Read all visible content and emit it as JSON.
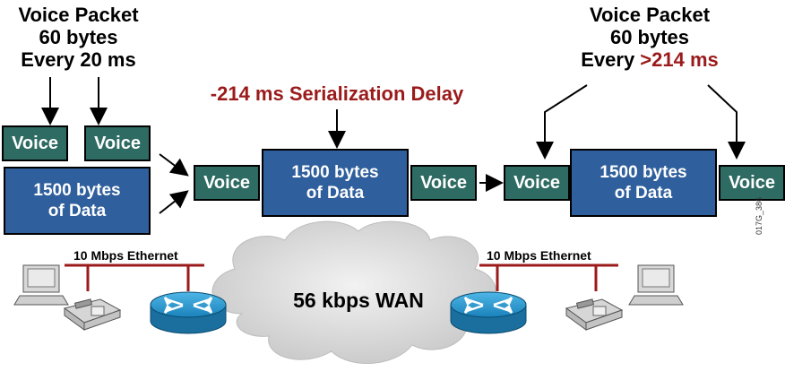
{
  "left": {
    "heading": {
      "line1": "Voice Packet",
      "line2": "60 bytes",
      "line3": "Every 20 ms"
    },
    "voice1": "Voice",
    "voice2": "Voice",
    "data_line1": "1500 bytes",
    "data_line2": "of Data"
  },
  "middle": {
    "delay_label": "-214 ms Serialization Delay",
    "voice_left": "Voice",
    "voice_right": "Voice",
    "data_line1": "1500 bytes",
    "data_line2": "of Data"
  },
  "right": {
    "heading": {
      "line1": "Voice Packet",
      "line2": "60 bytes",
      "line3_prefix": "Every ",
      "line3_accent": ">214 ms"
    },
    "voice_left": "Voice",
    "voice_right": "Voice",
    "data_line1": "1500 bytes",
    "data_line2": "of Data"
  },
  "network": {
    "left_lan": "10 Mbps Ethernet",
    "right_lan": "10 Mbps Ethernet",
    "wan": "56 kbps WAN"
  },
  "figure_id": "017G_386",
  "colors": {
    "voice_box": "#2e6b63",
    "data_box": "#2f5f9c",
    "accent": "#9b1b1b",
    "router": "#1f8fc4",
    "ethernet": "#9b1b1b",
    "cloud": "#d9d9d9"
  },
  "icons": [
    "computer-icon",
    "telephone-icon",
    "router-icon",
    "cloud-icon"
  ]
}
